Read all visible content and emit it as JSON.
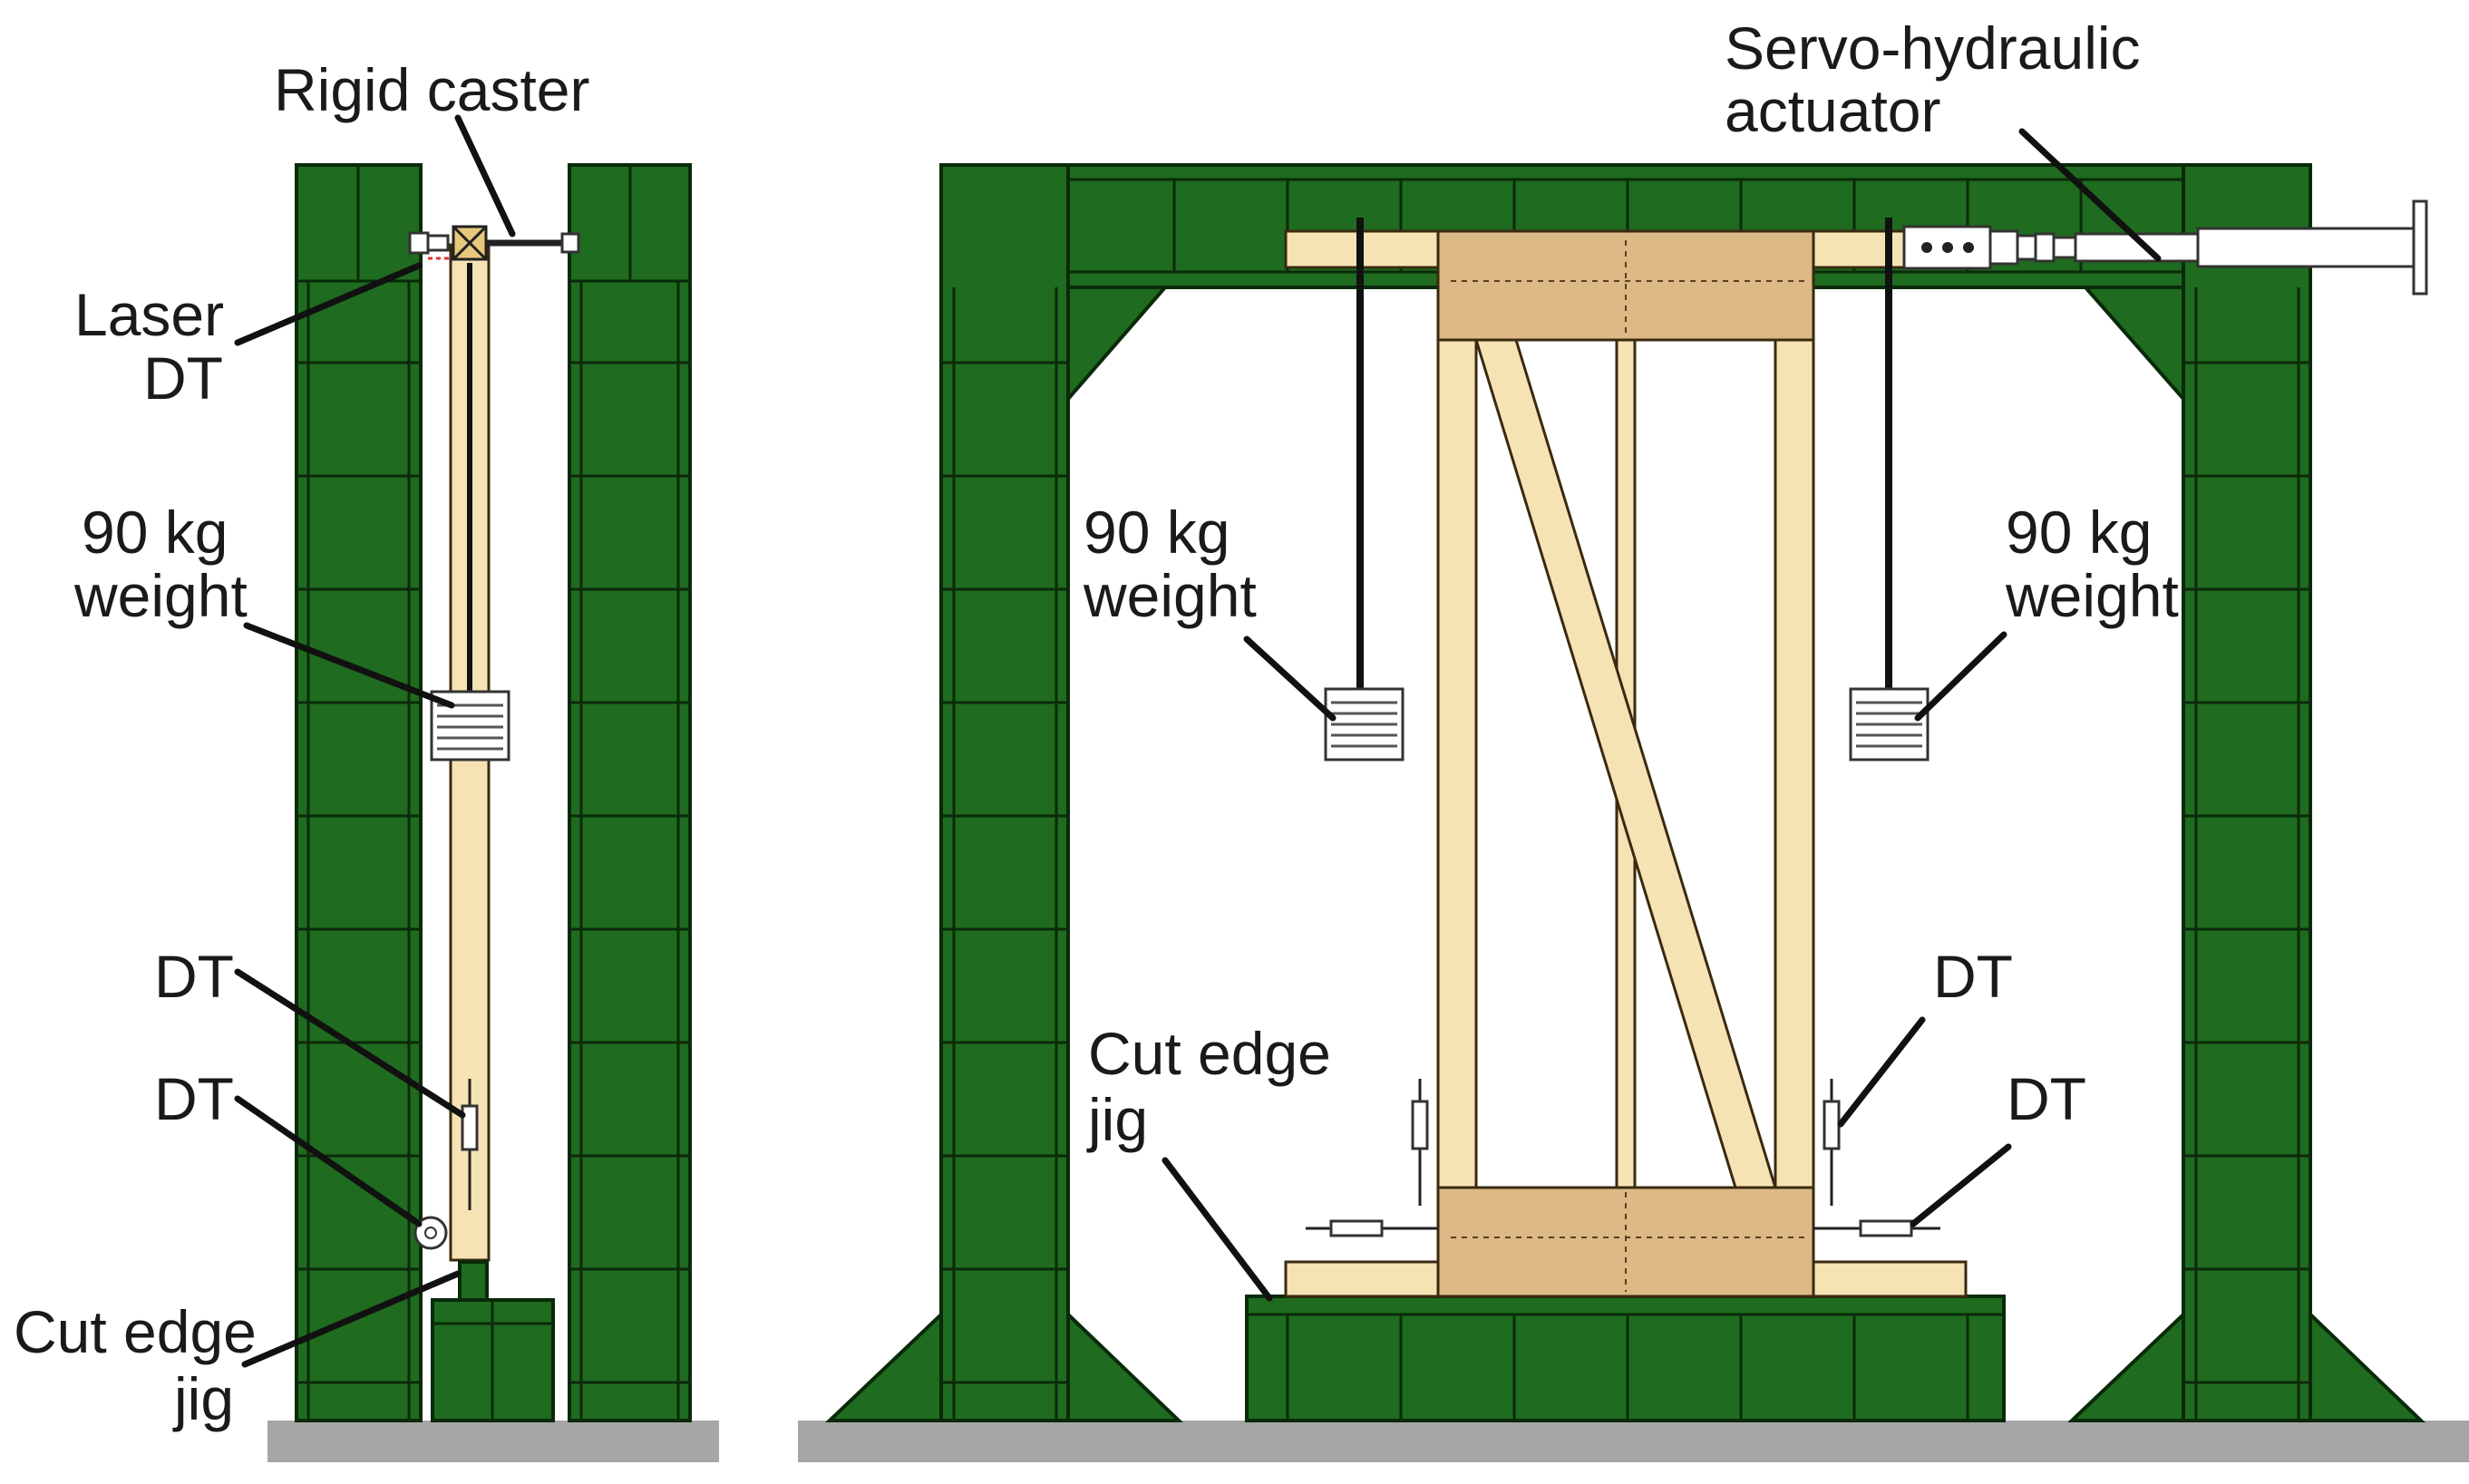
{
  "colors": {
    "frame_green": "#1f6b1f",
    "wood": "#f6e3b4",
    "osb_sheathing": "#dcb985",
    "ground": "#a6a6a6"
  },
  "labels": {
    "rigid_caster": "Rigid caster",
    "laser_dt_line1": "Laser",
    "laser_dt_line2": "DT",
    "weight_left_line1": "90 kg",
    "weight_left_line2": "weight",
    "dt_left_upper": "DT",
    "dt_left_lower": "DT",
    "cut_edge_left_line1": "Cut edge",
    "cut_edge_left_line2": "jig",
    "servo_line1": "Servo-hydraulic",
    "servo_line2": "actuator",
    "weight_mid_line1": "90 kg",
    "weight_mid_line2": "weight",
    "weight_right_line1": "90 kg",
    "weight_right_line2": "weight",
    "cut_edge_mid_line1": "Cut edge",
    "cut_edge_mid_line2": "jig",
    "dt_right_upper": "DT",
    "dt_right_lower": "DT"
  }
}
